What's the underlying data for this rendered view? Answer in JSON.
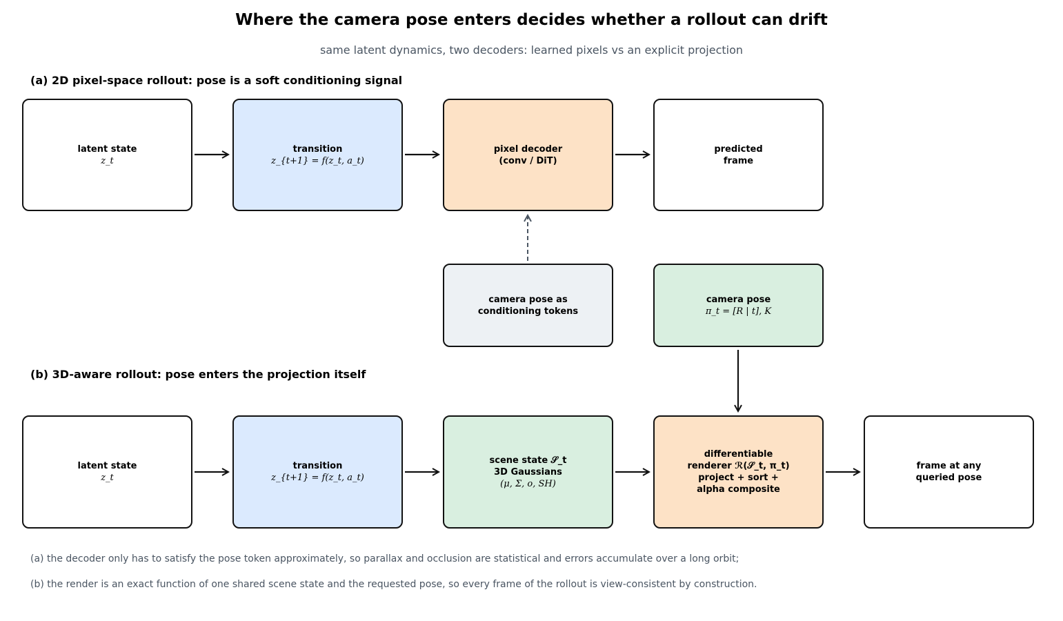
{
  "header": {
    "title": "Where the camera pose enters decides whether a rollout can drift",
    "subtitle": "same latent dynamics, two decoders: learned pixels vs an explicit projection"
  },
  "panel_a": {
    "heading": "(a) 2D pixel-space rollout: pose is a soft conditioning signal",
    "latent": {
      "line1": "latent state",
      "line2": "z_t"
    },
    "transition": {
      "line1": "transition",
      "line2": "z_{t+1} = f(z_t, a_t)"
    },
    "decoder": {
      "line1": "pixel decoder",
      "line2": "(conv / DiT)"
    },
    "predicted": {
      "line1": "predicted",
      "line2": "frame"
    },
    "pose_tokens": {
      "line1": "camera pose as",
      "line2": "conditioning tokens"
    }
  },
  "shared": {
    "camera_pose": {
      "line1": "camera pose",
      "line2": "π_t = [R | t], K"
    }
  },
  "panel_b": {
    "heading": "(b) 3D-aware rollout: pose enters the projection itself",
    "latent": {
      "line1": "latent state",
      "line2": "z_t"
    },
    "transition": {
      "line1": "transition",
      "line2": "z_{t+1} = f(z_t, a_t)"
    },
    "scene": {
      "line1": "scene state 𝒮_t",
      "line2": "3D Gaussians",
      "line3": "(μ, Σ, o, SH)"
    },
    "renderer": {
      "line1": "differentiable",
      "line2": "renderer ℛ(𝒮_t, π_t)",
      "line3": "project + sort +",
      "line4": "alpha composite"
    },
    "frame": {
      "line1": "frame at any",
      "line2": "queried pose"
    }
  },
  "notes": {
    "a": "(a) the decoder only has to satisfy the pose token approximately, so parallax and occlusion are statistical and errors accumulate over a long orbit;",
    "b": "(b) the render is an exact function of one shared scene state and the requested pose, so every frame of the rollout is view-consistent by construction."
  },
  "colors": {
    "transition": "#dbeafe",
    "decoder": "#fde2c6",
    "scene": "#d9efe0",
    "tokens": "#edf1f4",
    "dashed_arrow": "#4a5562"
  }
}
